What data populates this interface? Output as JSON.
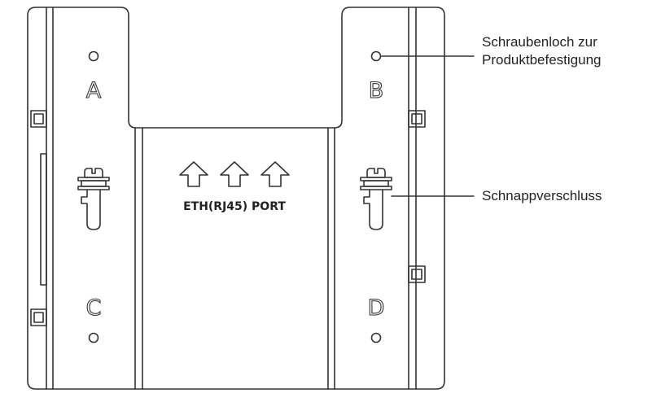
{
  "plate": {
    "corner_labels": {
      "a": "A",
      "b": "B",
      "c": "C",
      "d": "D"
    },
    "port_label": "ETH(RJ45) PORT",
    "arrow_icon": "up-arrow-outline-icon",
    "arrow_count": 3
  },
  "callouts": {
    "screw_hole_line1": "Schraubenloch zur",
    "screw_hole_line2": "Produktbefestigung",
    "snap_lock": "Schnappverschluss"
  },
  "colors": {
    "stroke": "#333333",
    "fill": "#ffffff"
  }
}
